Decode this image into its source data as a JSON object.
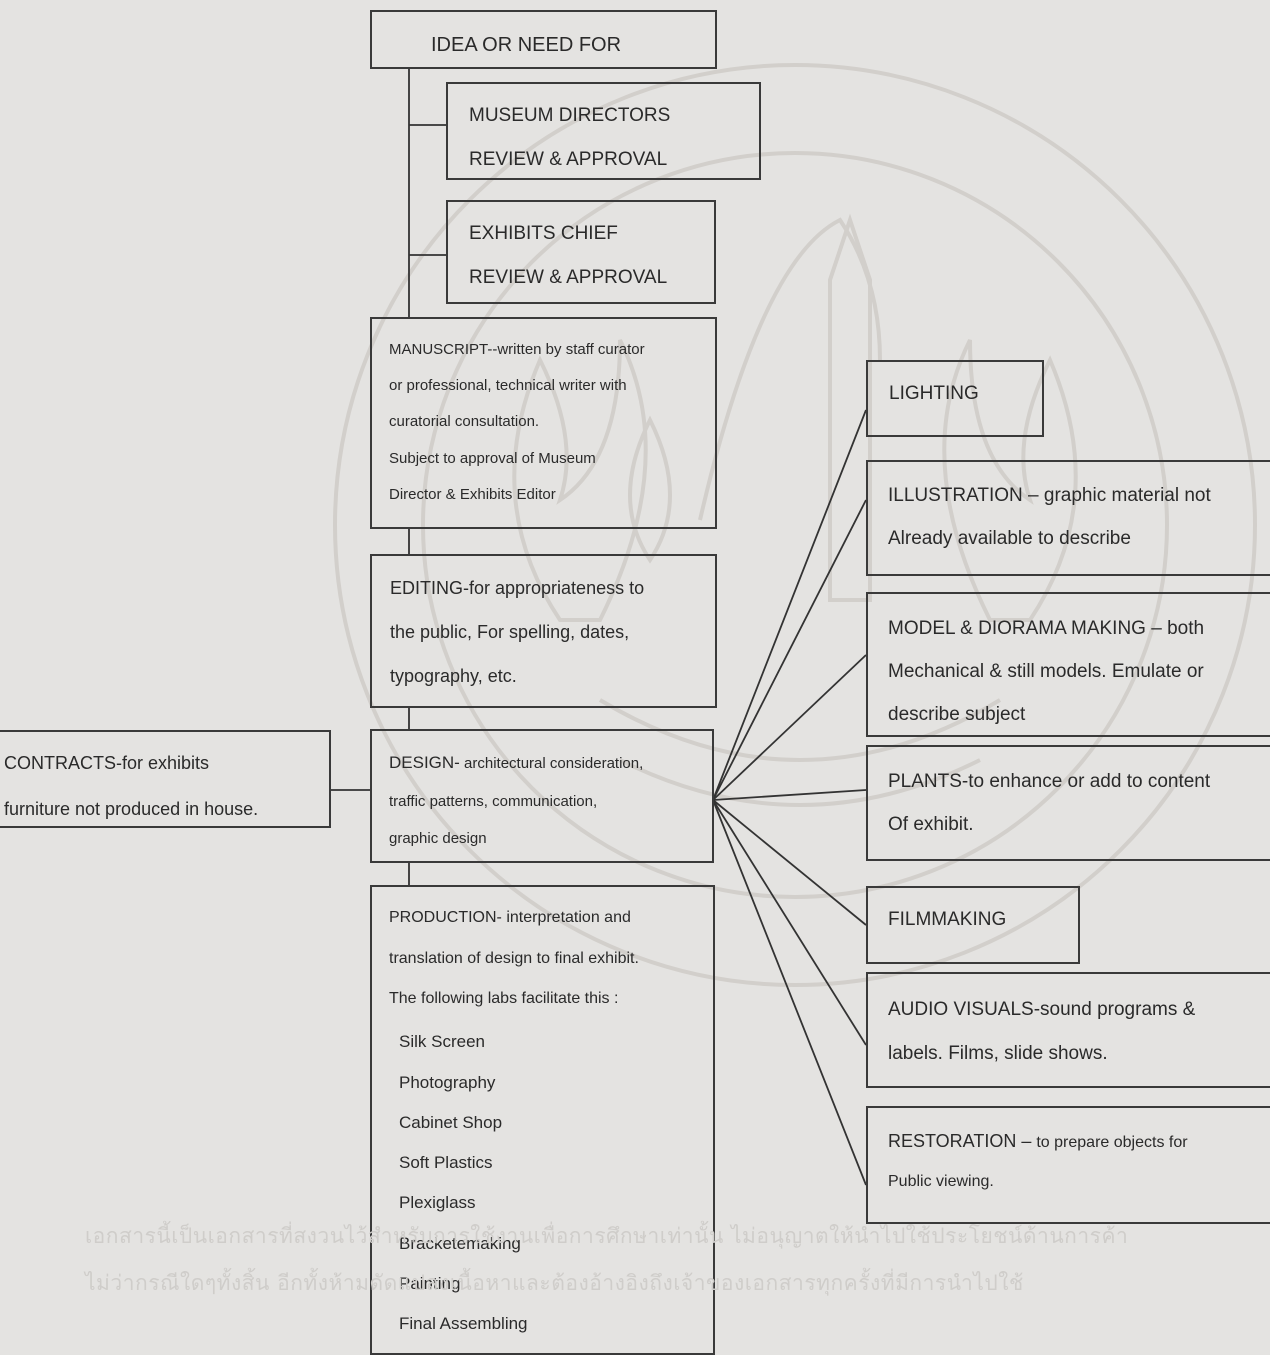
{
  "idea": {
    "line1": "IDEA OR NEED FOR"
  },
  "directors": {
    "line1": "MUSEUM DIRECTORS",
    "line2": "REVIEW & APPROVAL"
  },
  "chief": {
    "line1": "EXHIBITS CHIEF",
    "line2": "REVIEW & APPROVAL"
  },
  "manuscript": {
    "lines": [
      "MANUSCRIPT--written by staff curator",
      "or professional, technical writer with",
      "curatorial consultation.",
      "Subject to approval of  Museum",
      "Director & Exhibits  Editor"
    ]
  },
  "editing": {
    "lines": [
      "EDITING-for appropriateness to",
      "the public, For spelling, dates,",
      "typography, etc."
    ]
  },
  "design": {
    "head": "DESIGN-",
    "line1_rest": " architectural consideration,",
    "line2": "traffic patterns, communication,",
    "line3": "graphic design"
  },
  "contracts": {
    "line1": "CONTRACTS-for exhibits",
    "line2": "furniture not produced in house."
  },
  "production": {
    "lines": [
      "PRODUCTION- interpretation and",
      "translation of design to final exhibit.",
      "The following labs facilitate this :"
    ],
    "labs": [
      "Silk Screen",
      "Photography",
      "Cabinet Shop",
      "Soft Plastics",
      "Plexiglass",
      "Bracketemaking",
      "Painting",
      "Final Assembling"
    ]
  },
  "lighting": {
    "line1": "LIGHTING"
  },
  "illustration": {
    "line1": "ILLUSTRATION – graphic material not",
    "line2": "Already available to describe"
  },
  "model": {
    "line1": "MODEL & DIORAMA MAKING – both",
    "line2": "Mechanical & still models.  Emulate or",
    "line3": "describe subject"
  },
  "plants": {
    "line1": "PLANTS-to enhance or add to content",
    "line2": "Of exhibit."
  },
  "filmmaking": {
    "line1": "FILMMAKING"
  },
  "audio": {
    "line1": "AUDIO VISUALS-sound programs &",
    "line2": "labels. Films, slide shows."
  },
  "restoration": {
    "head": "RESTORATION – ",
    "line1_rest": "to prepare objects for",
    "line2": "Public viewing."
  },
  "watermark": {
    "footer_line1": "เอกสารนี้เป็นเอกสารที่สงวนไว้สำหรับการใช้งานเพื่อการศึกษาเท่านั้น ไม่อนุญาตให้นำไปใช้ประโยชน์ด้านการค้า",
    "footer_line2": "ไม่ว่ากรณีใดๆทั้งสิ้น อีกทั้งห้ามดัดแปลงเนื้อหาและต้องอ้างอิงถึงเจ้าของเอกสารทุกครั้งที่มีการนำไปใช้"
  }
}
